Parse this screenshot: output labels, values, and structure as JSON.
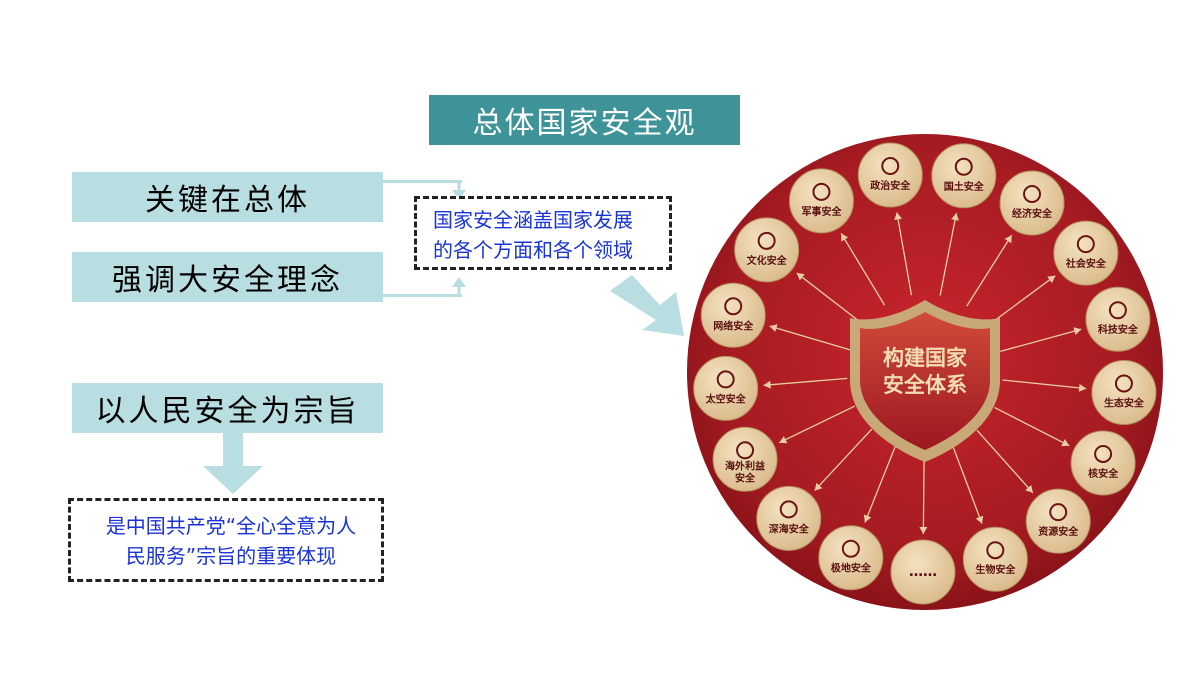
{
  "title": "总体国家安全观",
  "left": {
    "item1": "关键在总体",
    "item2": "强调大安全理念",
    "item3": "以人民安全为宗旨",
    "note1_line1": "国家安全涵盖国家发展",
    "note1_line2": "的各个方面和各个领域",
    "note2_line1": "是中国共产党“全心全意为人",
    "note2_line2": "民服务”宗旨的重要体现"
  },
  "diagram": {
    "center_line1": "构建国家",
    "center_line2": "安全体系",
    "nodes": [
      {
        "label": "政治安全",
        "icon": "tiananmen-icon"
      },
      {
        "label": "国土安全",
        "icon": "china-map-icon"
      },
      {
        "label": "经济安全",
        "icon": "yuan-house-icon"
      },
      {
        "label": "社会安全",
        "icon": "people-icon"
      },
      {
        "label": "科技安全",
        "icon": "atom-icon"
      },
      {
        "label": "生态安全",
        "icon": "leaf-icon"
      },
      {
        "label": "核安全",
        "icon": "radiation-icon"
      },
      {
        "label": "资源安全",
        "icon": "gem-icon"
      },
      {
        "label": "生物安全",
        "icon": "dna-icon"
      },
      {
        "label": "……",
        "icon": "dots-icon"
      },
      {
        "label": "极地安全",
        "icon": "mountain-icon"
      },
      {
        "label": "深海安全",
        "icon": "anchor-icon"
      },
      {
        "label": "海外利益安全",
        "icon": "globe-icon"
      },
      {
        "label": "太空安全",
        "icon": "satellite-icon"
      },
      {
        "label": "网络安全",
        "icon": "network-globe-icon"
      },
      {
        "label": "文化安全",
        "icon": "books-icon"
      },
      {
        "label": "军事安全",
        "icon": "jet-icon"
      }
    ]
  },
  "colors": {
    "teal": "#3e9398",
    "light_teal": "#b9dee2",
    "dark_red": "#9c1820",
    "gold": "#e6cca0",
    "blue_text": "#1a33d6"
  }
}
